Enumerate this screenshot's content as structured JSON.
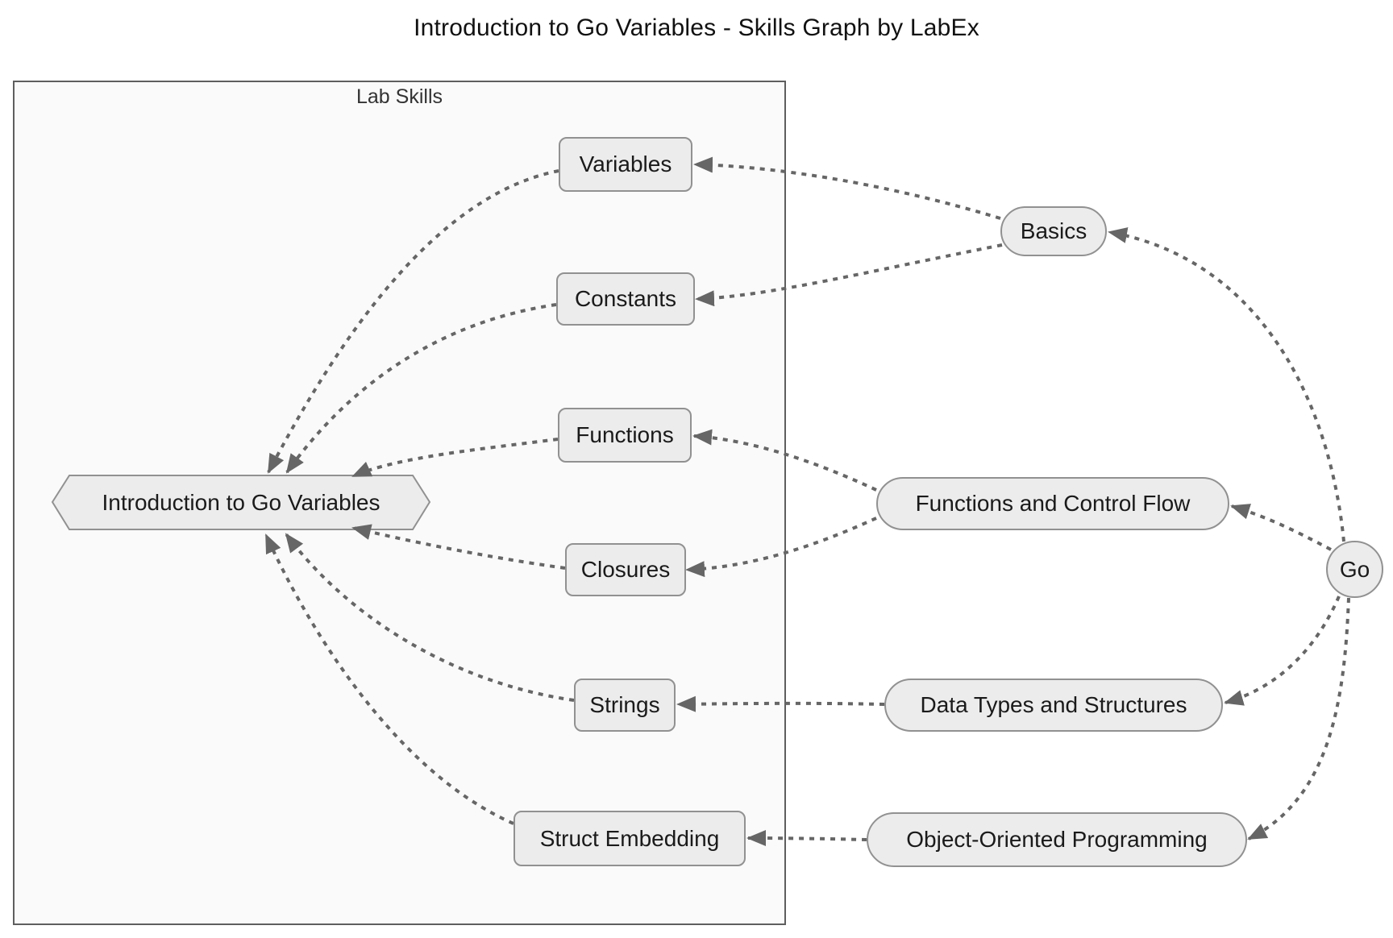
{
  "title": "Introduction to Go Variables - Skills Graph by LabEx",
  "cluster": {
    "label": "Lab Skills"
  },
  "nodes": {
    "main": {
      "label": "Introduction to Go Variables",
      "shape": "hexagon"
    },
    "variables": {
      "label": "Variables",
      "shape": "rounded-rect"
    },
    "constants": {
      "label": "Constants",
      "shape": "rounded-rect"
    },
    "functions": {
      "label": "Functions",
      "shape": "rounded-rect"
    },
    "closures": {
      "label": "Closures",
      "shape": "rounded-rect"
    },
    "strings": {
      "label": "Strings",
      "shape": "rounded-rect"
    },
    "struct_embedding": {
      "label": "Struct Embedding",
      "shape": "rounded-rect"
    },
    "basics": {
      "label": "Basics",
      "shape": "stadium"
    },
    "functions_control_flow": {
      "label": "Functions and Control Flow",
      "shape": "stadium"
    },
    "data_types_structures": {
      "label": "Data Types and Structures",
      "shape": "stadium"
    },
    "oop": {
      "label": "Object-Oriented Programming",
      "shape": "stadium"
    },
    "go": {
      "label": "Go",
      "shape": "circle"
    }
  },
  "edges": [
    {
      "from": "go",
      "to": "basics",
      "style": "dotted-arrow"
    },
    {
      "from": "go",
      "to": "functions_control_flow",
      "style": "dotted-arrow"
    },
    {
      "from": "go",
      "to": "data_types_structures",
      "style": "dotted-arrow"
    },
    {
      "from": "go",
      "to": "oop",
      "style": "dotted-arrow"
    },
    {
      "from": "basics",
      "to": "variables",
      "style": "dotted-arrow"
    },
    {
      "from": "basics",
      "to": "constants",
      "style": "dotted-arrow"
    },
    {
      "from": "functions_control_flow",
      "to": "functions",
      "style": "dotted-arrow"
    },
    {
      "from": "functions_control_flow",
      "to": "closures",
      "style": "dotted-arrow"
    },
    {
      "from": "data_types_structures",
      "to": "strings",
      "style": "dotted-arrow"
    },
    {
      "from": "oop",
      "to": "struct_embedding",
      "style": "dotted-arrow"
    },
    {
      "from": "variables",
      "to": "main",
      "style": "dotted-arrow"
    },
    {
      "from": "constants",
      "to": "main",
      "style": "dotted-arrow"
    },
    {
      "from": "functions",
      "to": "main",
      "style": "dotted-arrow"
    },
    {
      "from": "closures",
      "to": "main",
      "style": "dotted-arrow"
    },
    {
      "from": "strings",
      "to": "main",
      "style": "dotted-arrow"
    },
    {
      "from": "struct_embedding",
      "to": "main",
      "style": "dotted-arrow"
    }
  ],
  "colors": {
    "background": "#ffffff",
    "node_fill": "#ececec",
    "node_border": "#919191",
    "edge": "#666666",
    "cluster_fill": "#fafafa",
    "cluster_border": "#5e5e5e",
    "text": "#1a1a1a"
  }
}
